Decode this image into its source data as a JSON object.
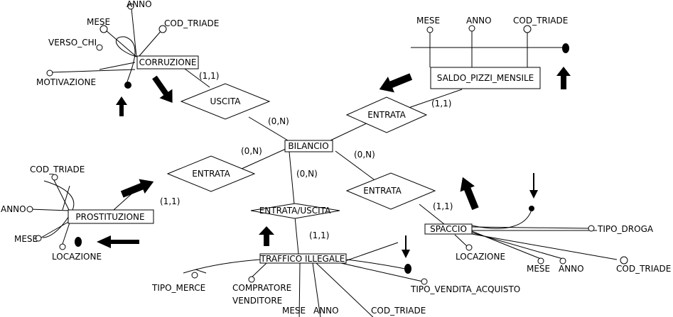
{
  "entities": {
    "bilancio": "BILANCIO",
    "corruzione": "CORRUZIONE",
    "saldo": "SALDO_PIZZI_MENSILE",
    "prostituzione": "PROSTITUZIONE",
    "traffico": "TRAFFICO ILLEGALE",
    "spaccio": "SPACCIO"
  },
  "relations": {
    "uscita": "USCITA",
    "entrata_top": "ENTRATA",
    "entrata_left": "ENTRATA",
    "entrata_right": "ENTRATA",
    "entrata_uscita": "ENTRATA/USCITA"
  },
  "cardinalities": {
    "corruzione_uscita": "(1,1)",
    "bilancio_uscita": "(0,N)",
    "saldo_entrata": "(1,1)",
    "bilancio_left": "(0,N)",
    "bilancio_right": "(0,N)",
    "bilancio_bottom": "(0,N)",
    "prostituzione_entrata": "(1,1)",
    "spaccio_entrata": "(1,1)",
    "traffico_relation": "(1,1)"
  },
  "attributes": {
    "corruzione": {
      "anno": "ANNO",
      "mese": "MESE",
      "cod_triade": "COD_TRIADE",
      "verso_chi": "VERSO_CHI",
      "motivazione": "MOTIVAZIONE"
    },
    "saldo": {
      "mese": "MESE",
      "anno": "ANNO",
      "cod_triade": "COD_TRIADE"
    },
    "prostituzione": {
      "cod_triade": "COD_TRIADE",
      "anno": "ANNO",
      "mese": "MESE",
      "locazione": "LOCAZIONE"
    },
    "traffico": {
      "tipo_merce": "TIPO_MERCE",
      "compratore": "COMPRATORE",
      "venditore": "VENDITORE",
      "mese": "MESE",
      "anno": "ANNO",
      "cod_triade": "COD_TRIADE",
      "tipo_vendita": "TIPO_VENDITA_ACQUISTO"
    },
    "spaccio": {
      "locazione": "LOCAZIONE",
      "mese": "MESE",
      "anno": "ANNO",
      "tipo_droga": "TIPO_DROGA",
      "cod_triade": "COD_TRIADE"
    }
  },
  "arrows": [
    "right-down",
    "up",
    "left-down",
    "up",
    "right-up",
    "left",
    "up",
    "down",
    "up-left",
    "down"
  ]
}
